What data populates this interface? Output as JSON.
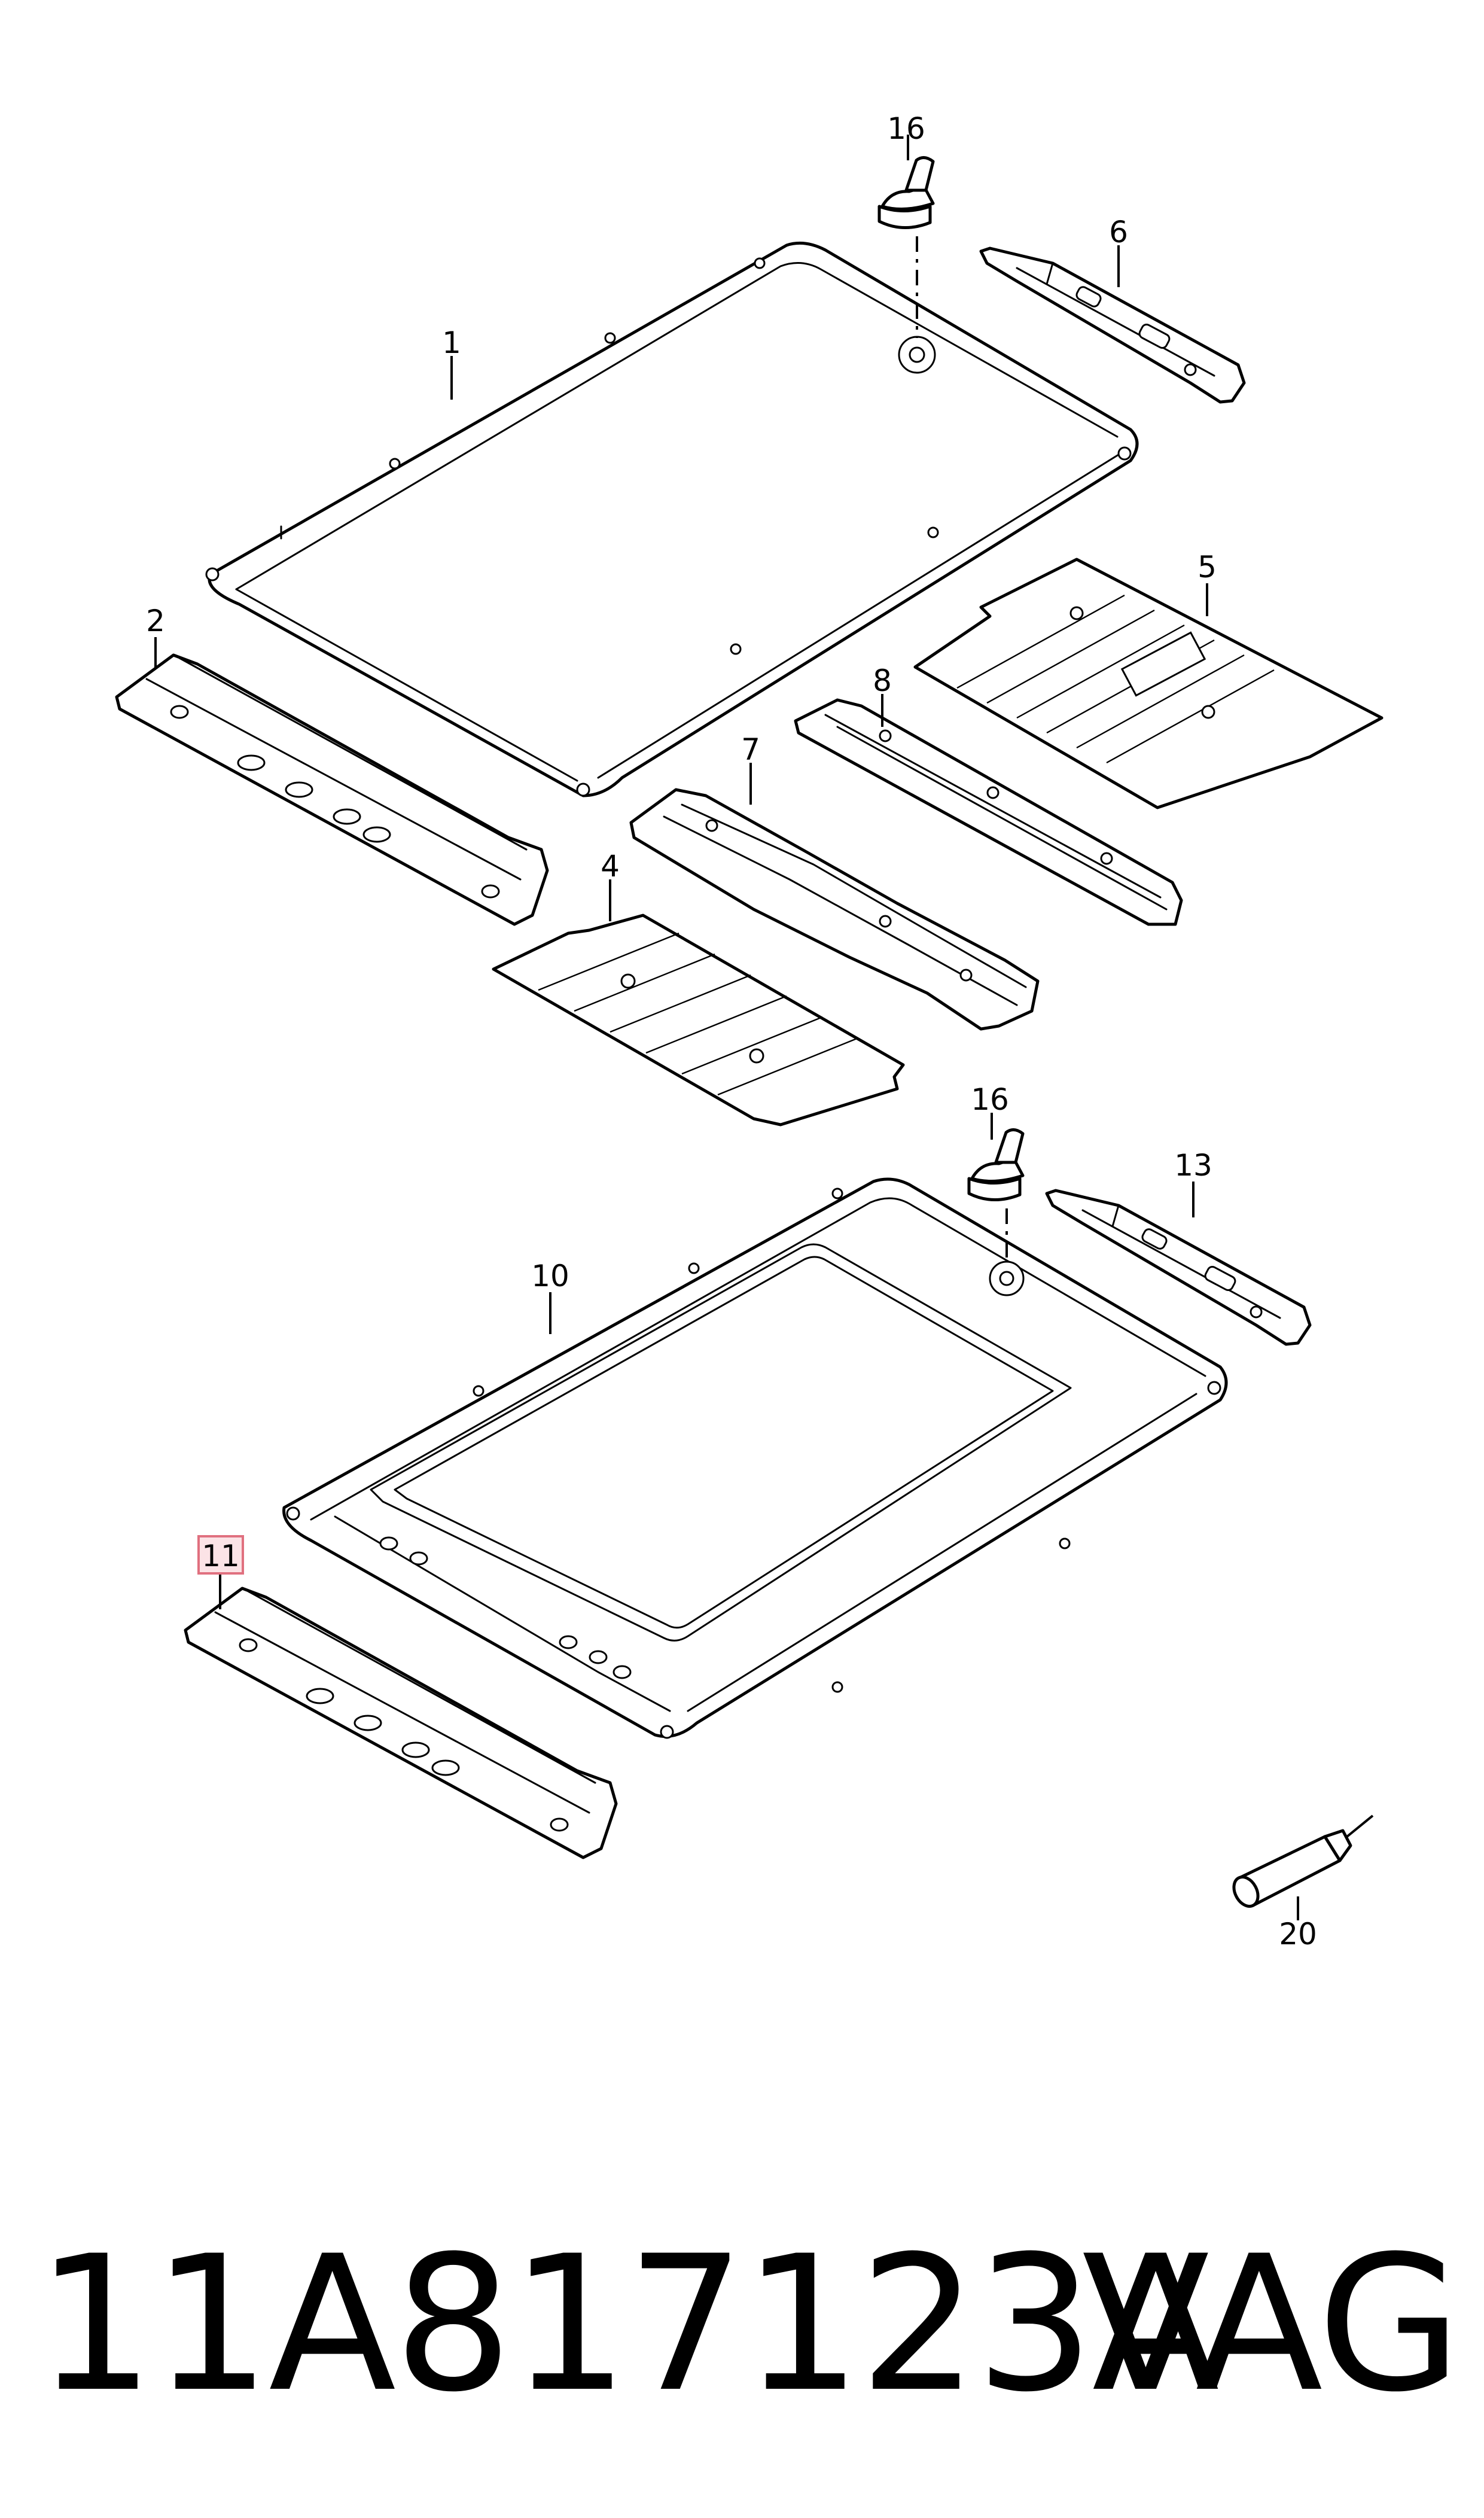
{
  "callouts": {
    "c1": "1",
    "c2": "2",
    "c4": "4",
    "c5": "5",
    "c6": "6",
    "c7": "7",
    "c8": "8",
    "c10": "10",
    "c11": "11",
    "c13": "13",
    "c16a": "16",
    "c16b": "16",
    "c20": "20"
  },
  "highlighted_callout": "11",
  "highlight_color": "#e0707f",
  "part_number": "11A817123A",
  "brand": "VAG"
}
